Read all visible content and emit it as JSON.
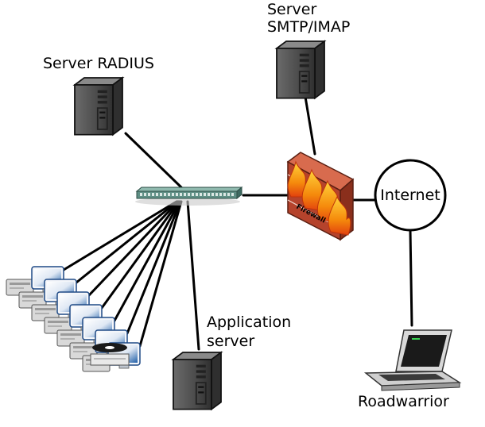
{
  "labels": {
    "server_radius": "Server RADIUS",
    "server_smtp_line1": "Server",
    "server_smtp_line2": "SMTP/IMAP",
    "application_line1": "Application",
    "application_line2": "server",
    "internet": "Internet",
    "firewall": "Firewall",
    "roadwarrior": "Roadwarrior"
  },
  "nodes": {
    "workstation_count": 7
  },
  "colors": {
    "link": "#000000",
    "server_body": "#4a4a4a",
    "switch_body": "#5f8f85",
    "firewall_brick": "#b5432c",
    "flame": "#f2a10e",
    "monitor_screen": "#1f5fa8",
    "laptop_screen": "#1a1a1a"
  }
}
